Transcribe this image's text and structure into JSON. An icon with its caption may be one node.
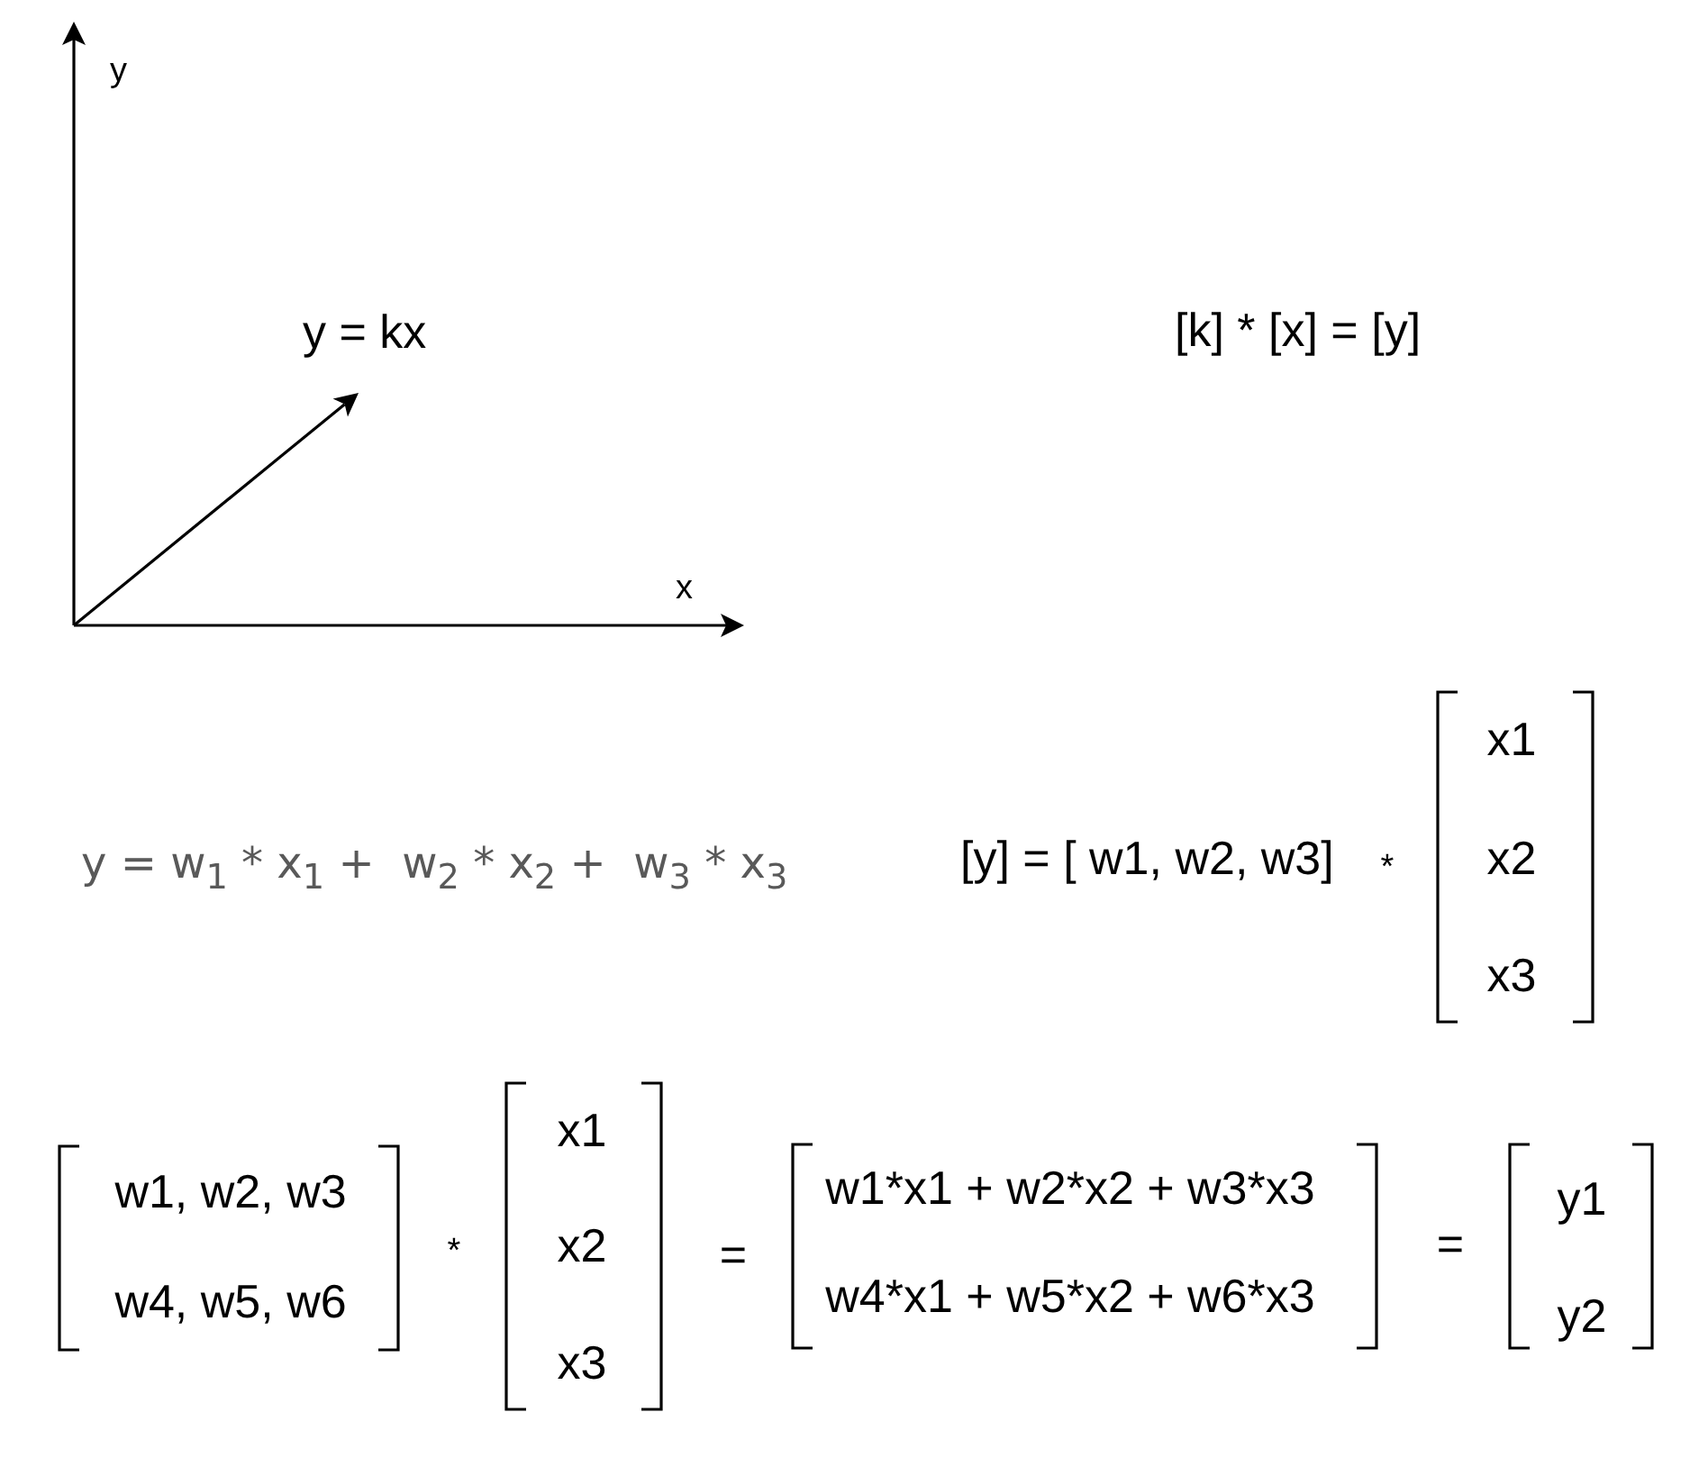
{
  "diagram": {
    "labels": [
      "y",
      "y = kx",
      "[k] * [x] = [y]",
      "x",
      "y = w$_{1}$ * x$_{1}$ +  w$_{2}$ * x$_{2}$ +  w$_{3}$ * x$_{3}$",
      "[y] = [ w1, w2, w3]",
      "*",
      "x1",
      "x2",
      "x3",
      "w1, w2, w3",
      "w4, w5, w6",
      "*",
      "x1",
      "x2",
      "x3",
      "=",
      "w1*x1 + w2*x2 + w3*x3",
      "w4*x1 + w5*x2 + w6*x3",
      "=",
      "y1",
      "y2"
    ]
  }
}
